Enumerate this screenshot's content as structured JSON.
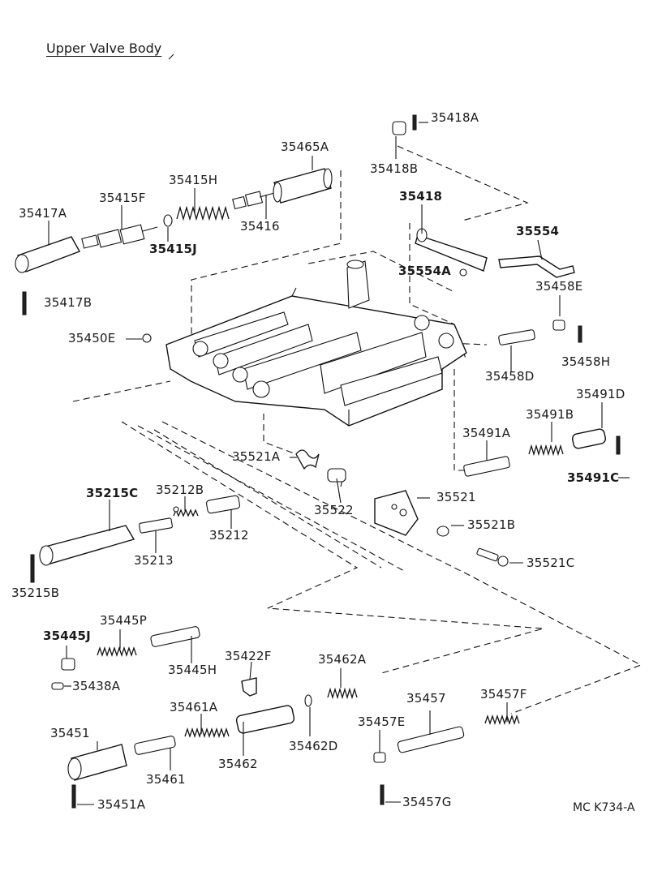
{
  "title": "Upper Valve Body",
  "drawing_code": "MC  K734-A",
  "labels": [
    {
      "id": "35418A",
      "text": "35418A"
    },
    {
      "id": "35418B",
      "text": "35418B"
    },
    {
      "id": "35465A",
      "text": "35465A"
    },
    {
      "id": "35415H",
      "text": "35415H"
    },
    {
      "id": "35415F",
      "text": "35415F"
    },
    {
      "id": "35417A",
      "text": "35417A"
    },
    {
      "id": "35418",
      "text": "35418"
    },
    {
      "id": "35554",
      "text": "35554"
    },
    {
      "id": "35416",
      "text": "35416"
    },
    {
      "id": "35415J",
      "text": "35415J"
    },
    {
      "id": "35554A",
      "text": "35554A"
    },
    {
      "id": "35458E",
      "text": "35458E"
    },
    {
      "id": "35417B",
      "text": "35417B"
    },
    {
      "id": "35450E",
      "text": "35450E"
    },
    {
      "id": "35458H",
      "text": "35458H"
    },
    {
      "id": "35458D",
      "text": "35458D"
    },
    {
      "id": "35491D",
      "text": "35491D"
    },
    {
      "id": "35491B",
      "text": "35491B"
    },
    {
      "id": "35491A",
      "text": "35491A"
    },
    {
      "id": "35521A",
      "text": "35521A"
    },
    {
      "id": "35491C",
      "text": "35491C"
    },
    {
      "id": "35215C",
      "text": "35215C"
    },
    {
      "id": "35212B",
      "text": "35212B"
    },
    {
      "id": "35521",
      "text": "35521"
    },
    {
      "id": "35522",
      "text": "35522"
    },
    {
      "id": "35212",
      "text": "35212"
    },
    {
      "id": "35521B",
      "text": "35521B"
    },
    {
      "id": "35213",
      "text": "35213"
    },
    {
      "id": "35521C",
      "text": "35521C"
    },
    {
      "id": "35215B",
      "text": "35215B"
    },
    {
      "id": "35445P",
      "text": "35445P"
    },
    {
      "id": "35445J",
      "text": "35445J"
    },
    {
      "id": "35422F",
      "text": "35422F"
    },
    {
      "id": "35462A",
      "text": "35462A"
    },
    {
      "id": "35445H",
      "text": "35445H"
    },
    {
      "id": "35438A",
      "text": "35438A"
    },
    {
      "id": "35457",
      "text": "35457"
    },
    {
      "id": "35457F",
      "text": "35457F"
    },
    {
      "id": "35461A",
      "text": "35461A"
    },
    {
      "id": "35451",
      "text": "35451"
    },
    {
      "id": "35457E",
      "text": "35457E"
    },
    {
      "id": "35462D",
      "text": "35462D"
    },
    {
      "id": "35462",
      "text": "35462"
    },
    {
      "id": "35461",
      "text": "35461"
    },
    {
      "id": "35451A",
      "text": "35451A"
    },
    {
      "id": "35457G",
      "text": "35457G"
    }
  ]
}
